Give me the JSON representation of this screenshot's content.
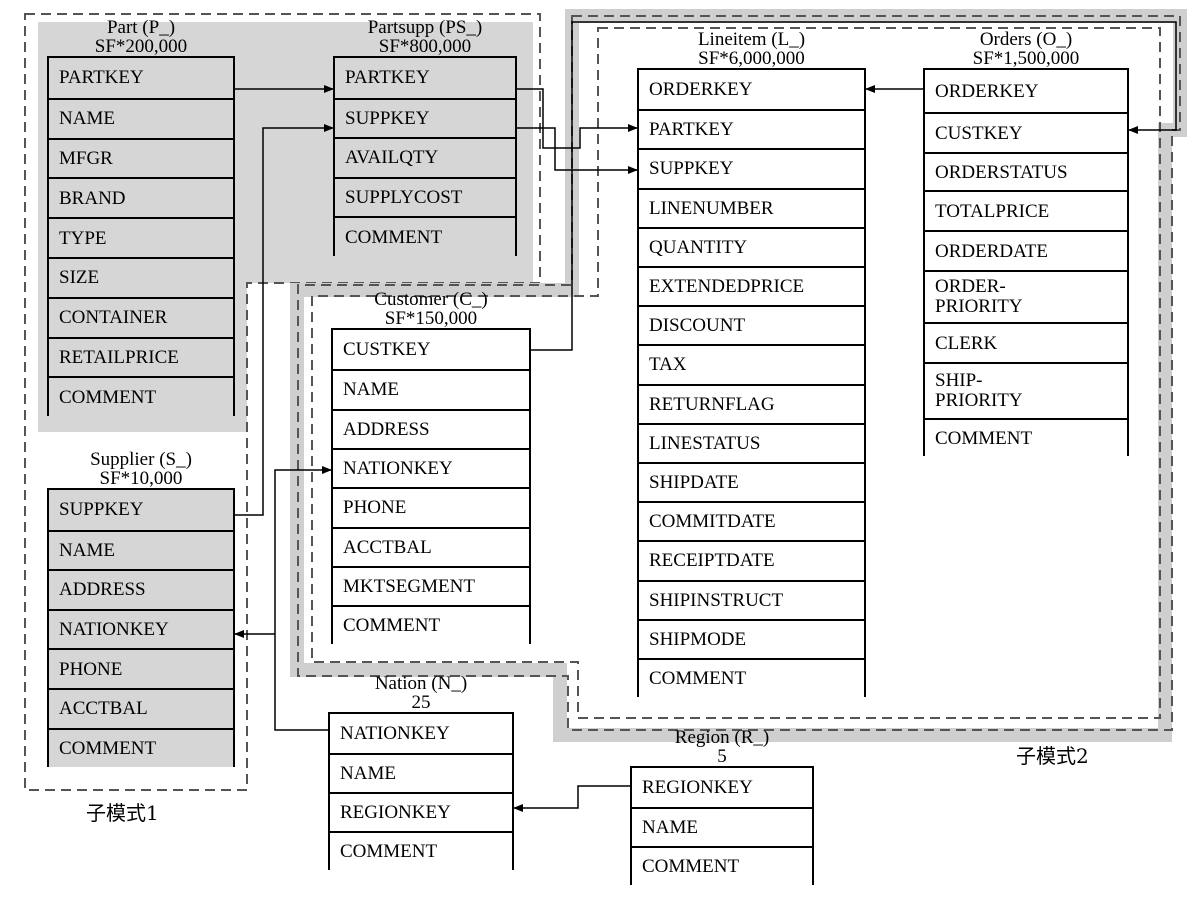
{
  "tables": {
    "part": {
      "title": "Part (P_)",
      "scale": "SF*200,000",
      "fields": [
        "PARTKEY",
        "NAME",
        "MFGR",
        "BRAND",
        "TYPE",
        "SIZE",
        "CONTAINER",
        "RETAILPRICE",
        "COMMENT"
      ]
    },
    "partsupp": {
      "title": "Partsupp (PS_)",
      "scale": "SF*800,000",
      "fields": [
        "PARTKEY",
        "SUPPKEY",
        "AVAILQTY",
        "SUPPLYCOST",
        "COMMENT"
      ]
    },
    "lineitem": {
      "title": "Lineitem (L_)",
      "scale": "SF*6,000,000",
      "fields": [
        "ORDERKEY",
        "PARTKEY",
        "SUPPKEY",
        "LINENUMBER",
        "QUANTITY",
        "EXTENDEDPRICE",
        "DISCOUNT",
        "TAX",
        "RETURNFLAG",
        "LINESTATUS",
        "SHIPDATE",
        "COMMITDATE",
        "RECEIPTDATE",
        "SHIPINSTRUCT",
        "SHIPMODE",
        "COMMENT"
      ]
    },
    "orders": {
      "title": "Orders (O_)",
      "scale": "SF*1,500,000",
      "fields": [
        "ORDERKEY",
        "CUSTKEY",
        "ORDERSTATUS",
        "TOTALPRICE",
        "ORDERDATE",
        "ORDER-\nPRIORITY",
        "CLERK",
        "SHIP-\nPRIORITY",
        "COMMENT"
      ]
    },
    "customer": {
      "title": "Customer (C_)",
      "scale": "SF*150,000",
      "fields": [
        "CUSTKEY",
        "NAME",
        "ADDRESS",
        "NATIONKEY",
        "PHONE",
        "ACCTBAL",
        "MKTSEGMENT",
        "COMMENT"
      ]
    },
    "supplier": {
      "title": "Supplier (S_)",
      "scale": "SF*10,000",
      "fields": [
        "SUPPKEY",
        "NAME",
        "ADDRESS",
        "NATIONKEY",
        "PHONE",
        "ACCTBAL",
        "COMMENT"
      ]
    },
    "nation": {
      "title": "Nation (N_)",
      "scale": "25",
      "fields": [
        "NATIONKEY",
        "NAME",
        "REGIONKEY",
        "COMMENT"
      ]
    },
    "region": {
      "title": "Region (R_)",
      "scale": "5",
      "fields": [
        "REGIONKEY",
        "NAME",
        "COMMENT"
      ]
    }
  },
  "subschemas": {
    "sub1": "子模式1",
    "sub2": "子模式2"
  },
  "colors": {
    "shade": "#d6d6d6",
    "line": "#000000",
    "dash": "#555555"
  }
}
